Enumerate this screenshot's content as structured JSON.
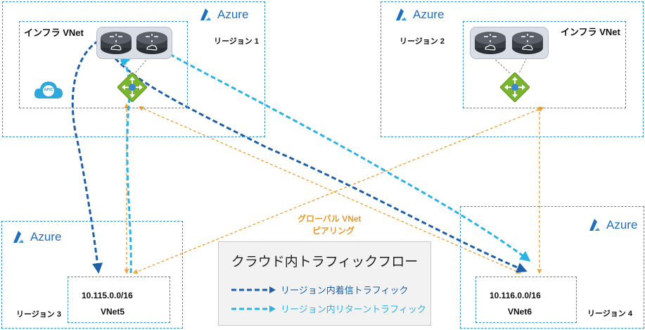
{
  "regions": [
    {
      "id": "r1",
      "label": "リージョン 1",
      "azure": "Azure"
    },
    {
      "id": "r2",
      "label": "リージョン 2",
      "azure": "Azure"
    },
    {
      "id": "r3",
      "label": "リージョン 3",
      "azure": "Azure"
    },
    {
      "id": "r4",
      "label": "リージョン 4",
      "azure": "Azure"
    }
  ],
  "infra_vnet_label": "インフラ VNet",
  "apic_badge": "APIC",
  "vnet5": {
    "cidr": "10.115.0.0/16",
    "name": "VNet5"
  },
  "vnet6": {
    "cidr": "10.116.0.0/16",
    "name": "VNet6"
  },
  "peering_label": {
    "line1": "グローバル VNet",
    "line2": "ピアリング"
  },
  "legend": {
    "title": "クラウド内トラフィックフロー",
    "items": [
      {
        "label": "リージョン内着信トラフィック",
        "color": "#1d5fa8"
      },
      {
        "label": "リージョン内リターントラフィック",
        "color": "#2bb3e6"
      }
    ]
  },
  "colors": {
    "region_border": "#2f8fd8",
    "inbound": "#1d5fa8",
    "return": "#2bb3e6",
    "peering": "#f0a43a",
    "gateway": "#7ab52f",
    "azure": "#1f6fbf"
  },
  "icons": {
    "azure": "azure-logo-icon",
    "router": "cloud-router-icon",
    "gateway": "vnet-gateway-icon",
    "apic": "apic-cloud-icon"
  }
}
